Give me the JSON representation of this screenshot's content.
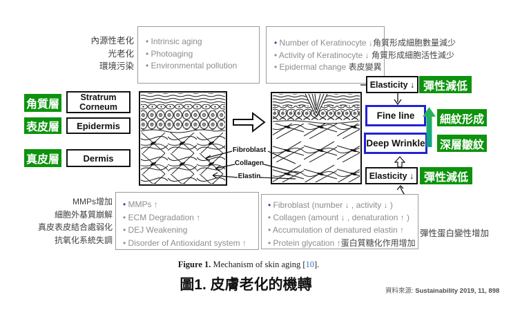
{
  "colors": {
    "green_label": "#0d930d",
    "blue_border": "#2222d6",
    "gray_border": "#9b9b9b",
    "gray_text": "#8c8c8c",
    "teal_arrow_top": "#29b455",
    "teal_arrow_bottom": "#10a18e",
    "citation_blue": "#3470c0"
  },
  "top_section": {
    "annotations": [
      "內源性老化",
      "光老化",
      "環境污染"
    ],
    "causes_box_items": [
      "Intrinsic aging",
      "Photoaging",
      "Environmental pollution"
    ],
    "keratinocyte_box_items": [
      {
        "en": "Number of Keratinocyte ↓",
        "zh": "角質形成細胞數量減少"
      },
      {
        "en": "Activity of Keratinocyte ↓ ",
        "zh": "角質形成細胞活性減少"
      },
      {
        "en": "Epidermal change ",
        "zh": "表皮變異"
      }
    ]
  },
  "layers": {
    "zh": [
      "角質層",
      "表皮層",
      "真皮層"
    ],
    "stratum_corneum_line1": "Stratrum",
    "stratum_corneum_line2": "Corneum",
    "epidermis": "Epidermis",
    "dermis": "Dermis"
  },
  "fibers": {
    "fibroblast": "Fibroblast",
    "collagen": "Collagen",
    "elastin": "Elastin"
  },
  "flow": {
    "elasticity_top": "Elasticity ↓",
    "elasticity_top_zh": "彈性減低",
    "fine_line": "Fine line",
    "fine_line_zh": "細紋形成",
    "deep_wrinkle": "Deep Wrinkle",
    "deep_wrinkle_zh": "深層皺紋",
    "elasticity_bottom": "Elasticity ↓",
    "elasticity_bottom_zh": "彈性減低"
  },
  "bottom_section": {
    "annotations": [
      "MMPs增加",
      "細胞外基質崩解",
      "真皮表皮結合處弱化",
      "抗氧化系統失調"
    ],
    "dermis_box_items": [
      "MMPs ↑",
      "ECM Degradation ↑",
      "DEJ Weakening",
      "Disorder of Antioxidant system ↑"
    ],
    "fibroblast_box_items": [
      {
        "en": "Fibroblast (number ↓ , activity ↓ )",
        "zh": ""
      },
      {
        "en": "Collagen (amount ↓ , denaturation ↑ )",
        "zh": ""
      },
      {
        "en": "Accumulation of denatured elastin ↑",
        "zh": ""
      },
      {
        "en": "Protein glycation ↑",
        "zh": "蛋白質糖化作用增加"
      }
    ],
    "side_annotation": "彈性蛋白變性增加"
  },
  "caption": {
    "label": "Figure 1.",
    "text": " Mechanism of skin aging [",
    "ref": "10",
    "suffix": "]."
  },
  "title_zh": "圖1. 皮膚老化的機轉",
  "source": {
    "zh": "資料來源: ",
    "ref": "Sustainability 2019, 11, 898"
  }
}
